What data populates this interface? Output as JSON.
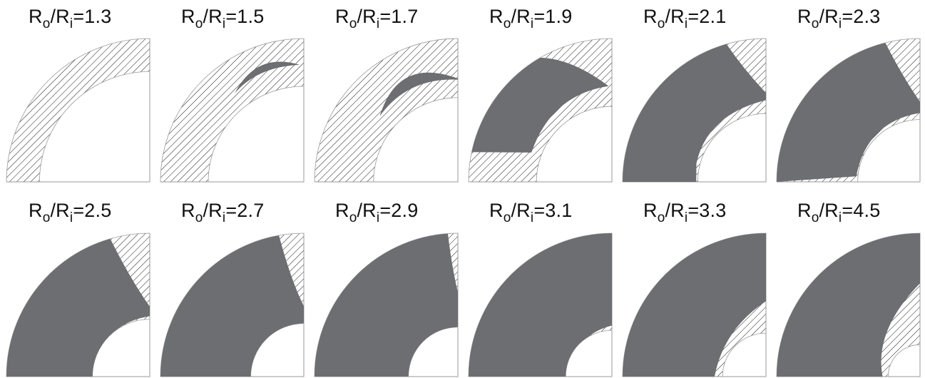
{
  "figure": {
    "panels": [
      {
        "label": {
          "main": "R",
          "s1": "o",
          "slash": "/R",
          "s2": "i",
          "eq": "=",
          "value": "1.3"
        },
        "ratio": 1.3
      },
      {
        "label": {
          "main": "R",
          "s1": "o",
          "slash": "/R",
          "s2": "i",
          "eq": "=",
          "value": "1.5"
        },
        "ratio": 1.5
      },
      {
        "label": {
          "main": "R",
          "s1": "o",
          "slash": "/R",
          "s2": "i",
          "eq": "=",
          "value": "1.7"
        },
        "ratio": 1.7
      },
      {
        "label": {
          "main": "R",
          "s1": "o",
          "slash": "/R",
          "s2": "i",
          "eq": "=",
          "value": "1.9"
        },
        "ratio": 1.9
      },
      {
        "label": {
          "main": "R",
          "s1": "o",
          "slash": "/R",
          "s2": "i",
          "eq": "=",
          "value": "2.1"
        },
        "ratio": 2.1
      },
      {
        "label": {
          "main": "R",
          "s1": "o",
          "slash": "/R",
          "s2": "i",
          "eq": "=",
          "value": "2.3"
        },
        "ratio": 2.3
      },
      {
        "label": {
          "main": "R",
          "s1": "o",
          "slash": "/R",
          "s2": "i",
          "eq": "=",
          "value": "2.5"
        },
        "ratio": 2.5
      },
      {
        "label": {
          "main": "R",
          "s1": "o",
          "slash": "/R",
          "s2": "i",
          "eq": "=",
          "value": "2.7"
        },
        "ratio": 2.7
      },
      {
        "label": {
          "main": "R",
          "s1": "o",
          "slash": "/R",
          "s2": "i",
          "eq": "=",
          "value": "2.9"
        },
        "ratio": 2.9
      },
      {
        "label": {
          "main": "R",
          "s1": "o",
          "slash": "/R",
          "s2": "i",
          "eq": "=",
          "value": "3.1"
        },
        "ratio": 3.1
      },
      {
        "label": {
          "main": "R",
          "s1": "o",
          "slash": "/R",
          "s2": "i",
          "eq": "=",
          "value": "3.3"
        },
        "ratio": 3.3
      },
      {
        "label": {
          "main": "R",
          "s1": "o",
          "slash": "/R",
          "s2": "i",
          "eq": "=",
          "value": "4.5"
        },
        "ratio": 4.5
      }
    ],
    "colors": {
      "fill": "#6d6e71",
      "hatch": "#1a1a1a",
      "frame": "#9a9a9a",
      "background": "#ffffff"
    }
  }
}
